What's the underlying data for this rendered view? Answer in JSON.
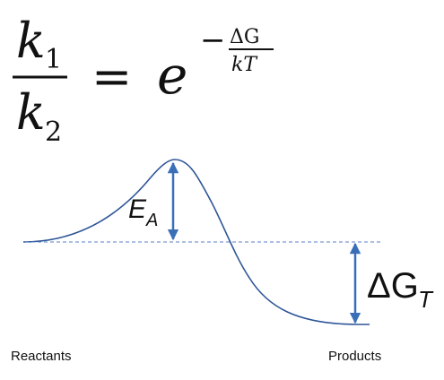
{
  "equation": {
    "numerator": "k",
    "numerator_sub": "1",
    "denominator": "k",
    "denominator_sub": "2",
    "equals": "=",
    "base": "e",
    "exp_sign": "−",
    "exp_num": "ΔG",
    "exp_den": "kT"
  },
  "diagram": {
    "activation_label": "E",
    "activation_sub": "A",
    "delta_label": "ΔG",
    "delta_sub": "T",
    "reactants_label": "Reactants",
    "products_label": "Products"
  },
  "colors": {
    "curve": "#2E5597",
    "arrow": "#3A6FB8",
    "baseline": "#5B7FC4",
    "text": "#111111"
  }
}
